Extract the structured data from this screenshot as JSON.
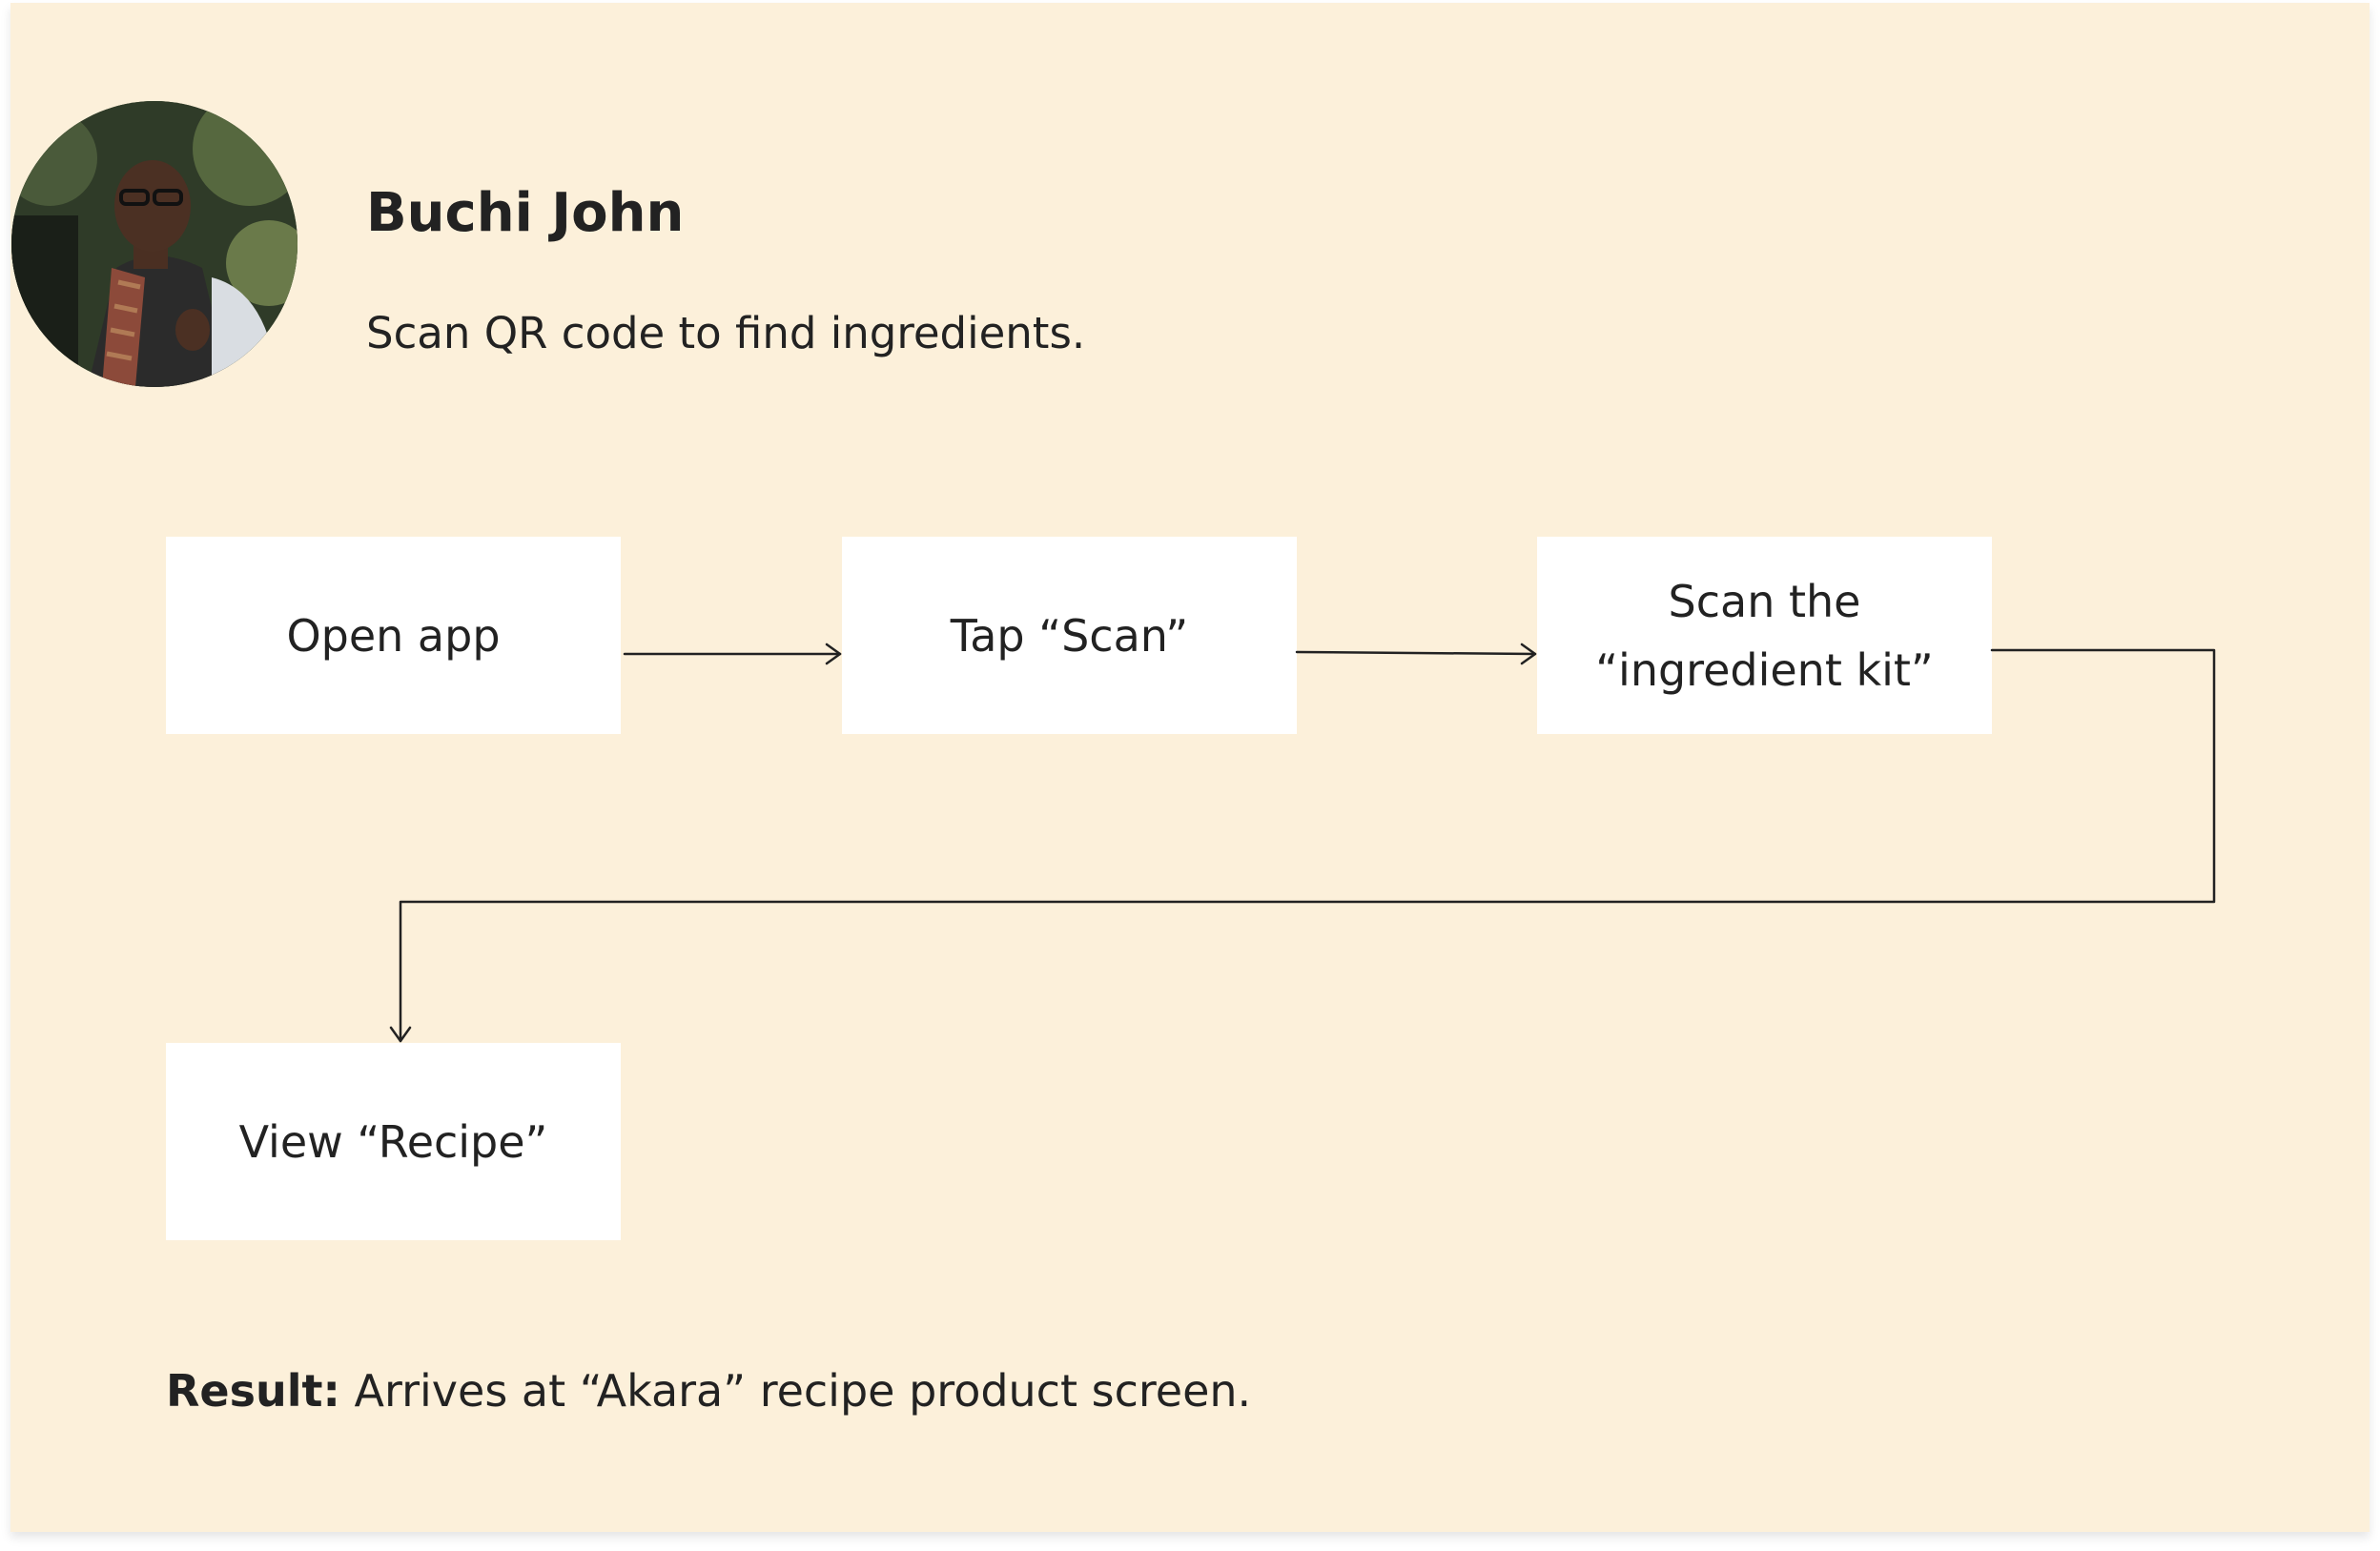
{
  "persona": {
    "name": "Buchi John",
    "goal": "Scan QR code to find ingredients.",
    "avatar_description": "avatar-photo"
  },
  "flow": {
    "steps": [
      {
        "id": "step1",
        "lines": [
          "Open app"
        ]
      },
      {
        "id": "step2",
        "lines": [
          "Tap “Scan”"
        ]
      },
      {
        "id": "step3",
        "lines": [
          "Scan the",
          "“ingredient kit”"
        ]
      },
      {
        "id": "step4",
        "lines": [
          "View “Recipe”"
        ]
      }
    ],
    "connections": [
      {
        "from": "step1",
        "to": "step2"
      },
      {
        "from": "step2",
        "to": "step3"
      },
      {
        "from": "step3",
        "to": "step4"
      }
    ]
  },
  "result": {
    "label": "Result:",
    "text": " Arrives at “Akara” recipe product screen."
  },
  "colors": {
    "background": "#fcf0da",
    "box": "#ffffff",
    "text": "#222222",
    "line": "#222222"
  }
}
